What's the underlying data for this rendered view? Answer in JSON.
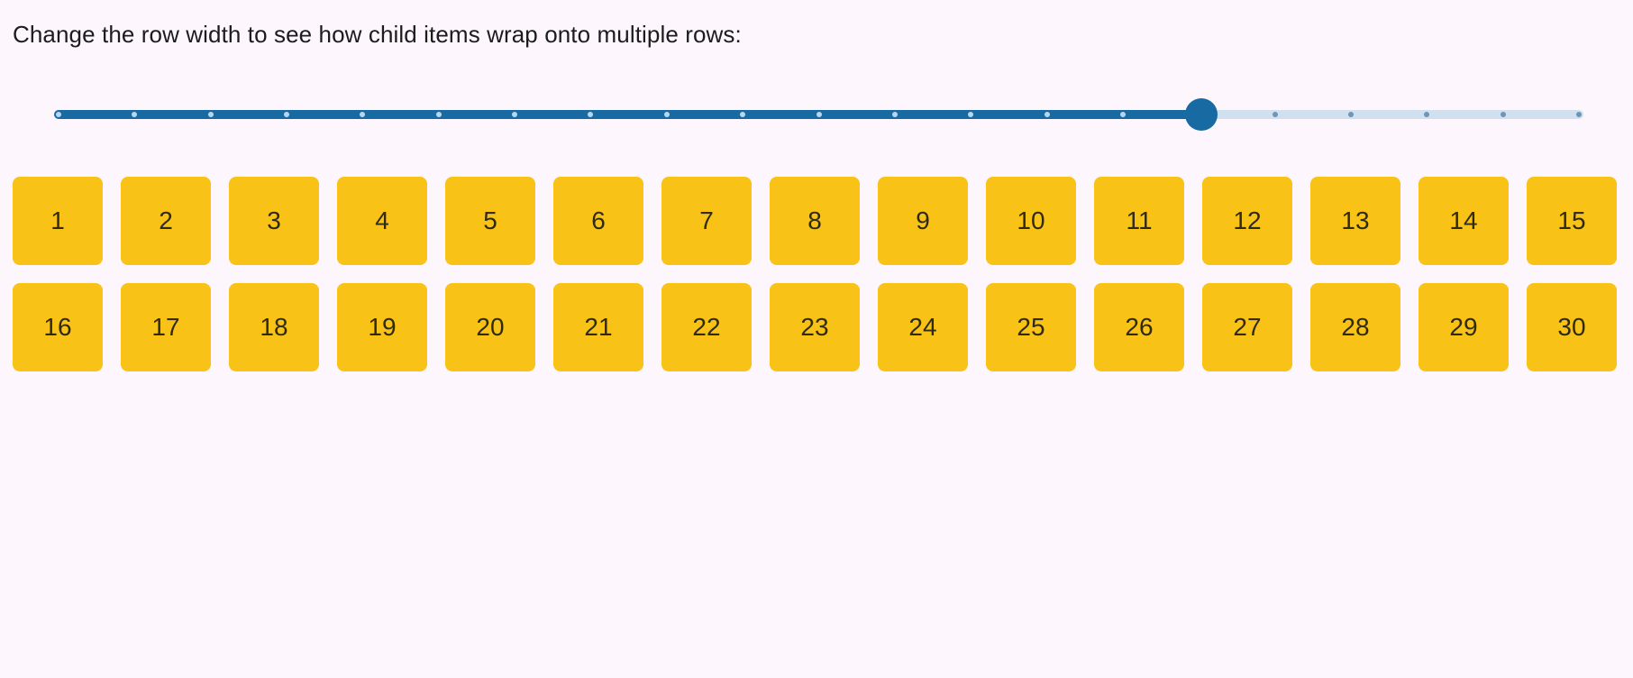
{
  "page": {
    "background_color": "#fdf6fc",
    "instruction_label": "Change the row width to see how child items wrap onto multiple rows:"
  },
  "slider": {
    "min": 0,
    "max": 20,
    "value": 15,
    "percent": 75,
    "tick_count": 21,
    "track_color": "#d0e0ee",
    "fill_color": "#176aa2",
    "thumb_color": "#176aa2",
    "tick_color_unfilled": "#6e94b8",
    "tick_color_filled": "#b9d6ee"
  },
  "wrap_grid": {
    "columns_per_row": 15,
    "tile_color": "#f8c216",
    "tile_text_color": "#2f2b17",
    "items": [
      "1",
      "2",
      "3",
      "4",
      "5",
      "6",
      "7",
      "8",
      "9",
      "10",
      "11",
      "12",
      "13",
      "14",
      "15",
      "16",
      "17",
      "18",
      "19",
      "20",
      "21",
      "22",
      "23",
      "24",
      "25",
      "26",
      "27",
      "28",
      "29",
      "30"
    ]
  }
}
